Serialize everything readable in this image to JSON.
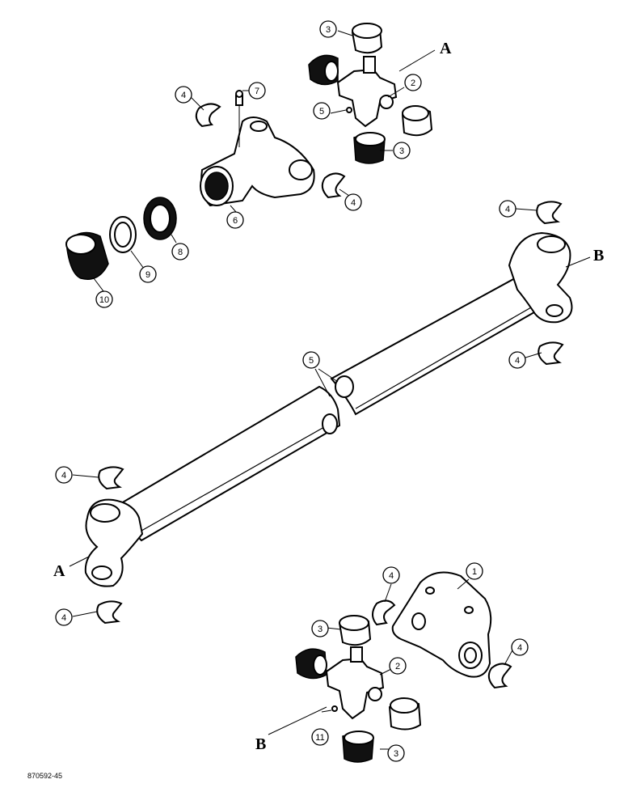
{
  "callouts": [
    {
      "id": "c1",
      "label": "1"
    },
    {
      "id": "c2-top",
      "label": "2"
    },
    {
      "id": "c2-bottom",
      "label": "2"
    },
    {
      "id": "c3-top-a",
      "label": "3"
    },
    {
      "id": "c3-top-b",
      "label": "3"
    },
    {
      "id": "c3-bot-a",
      "label": "3"
    },
    {
      "id": "c3-bot-b",
      "label": "3"
    },
    {
      "id": "c4-a",
      "label": "4"
    },
    {
      "id": "c4-b",
      "label": "4"
    },
    {
      "id": "c4-c",
      "label": "4"
    },
    {
      "id": "c4-d",
      "label": "4"
    },
    {
      "id": "c4-e",
      "label": "4"
    },
    {
      "id": "c4-f",
      "label": "4"
    },
    {
      "id": "c4-g",
      "label": "4"
    },
    {
      "id": "c4-h",
      "label": "4"
    },
    {
      "id": "c5-top",
      "label": "5"
    },
    {
      "id": "c5-bottom",
      "label": "5"
    },
    {
      "id": "c6",
      "label": "6"
    },
    {
      "id": "c7",
      "label": "7"
    },
    {
      "id": "c8",
      "label": "8"
    },
    {
      "id": "c9",
      "label": "9"
    },
    {
      "id": "c10",
      "label": "10"
    },
    {
      "id": "c11",
      "label": "11"
    }
  ],
  "letters": {
    "a_top": "A",
    "b_right": "B",
    "a_left": "A",
    "b_bottom": "B"
  },
  "figure_code": "870592-45",
  "colors": {
    "line": "#000000",
    "background": "#ffffff"
  }
}
